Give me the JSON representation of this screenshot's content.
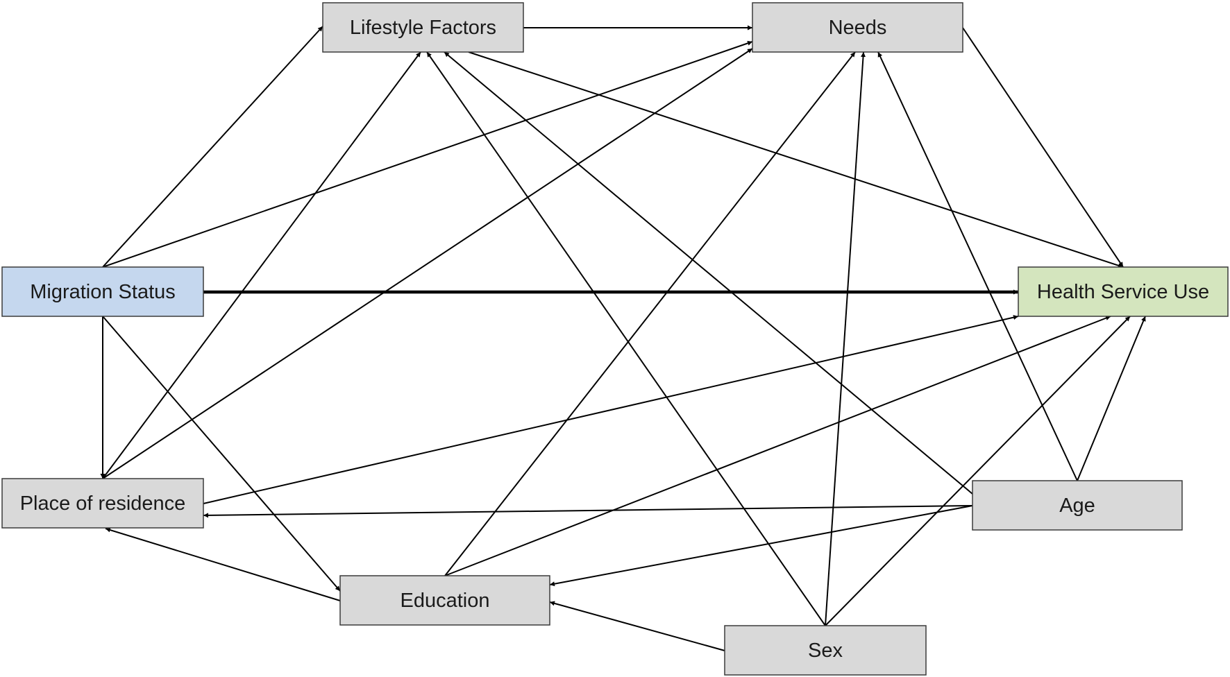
{
  "colors": {
    "default_node": "#d9d9d9",
    "exposure_node": "#c5d7ee",
    "outcome_node": "#d4e5be",
    "edge": "#000000"
  },
  "nodes": [
    {
      "id": "lifestyle",
      "label": "Lifestyle Factors",
      "role": "default"
    },
    {
      "id": "needs",
      "label": "Needs",
      "role": "default"
    },
    {
      "id": "migration",
      "label": "Migration Status",
      "role": "exposure"
    },
    {
      "id": "health",
      "label": "Health Service Use",
      "role": "outcome"
    },
    {
      "id": "residence",
      "label": "Place of residence",
      "role": "default"
    },
    {
      "id": "age",
      "label": "Age",
      "role": "default"
    },
    {
      "id": "education",
      "label": "Education",
      "role": "default"
    },
    {
      "id": "sex",
      "label": "Sex",
      "role": "default"
    }
  ],
  "edges": [
    {
      "from": "migration",
      "to": "health",
      "emphasis": "primary"
    },
    {
      "from": "migration",
      "to": "lifestyle"
    },
    {
      "from": "migration",
      "to": "needs"
    },
    {
      "from": "migration",
      "to": "residence"
    },
    {
      "from": "migration",
      "to": "education"
    },
    {
      "from": "lifestyle",
      "to": "needs"
    },
    {
      "from": "lifestyle",
      "to": "health"
    },
    {
      "from": "needs",
      "to": "health"
    },
    {
      "from": "residence",
      "to": "lifestyle"
    },
    {
      "from": "residence",
      "to": "needs"
    },
    {
      "from": "residence",
      "to": "health"
    },
    {
      "from": "education",
      "to": "residence"
    },
    {
      "from": "education",
      "to": "needs"
    },
    {
      "from": "education",
      "to": "health"
    },
    {
      "from": "sex",
      "to": "lifestyle"
    },
    {
      "from": "sex",
      "to": "needs"
    },
    {
      "from": "sex",
      "to": "health"
    },
    {
      "from": "sex",
      "to": "education"
    },
    {
      "from": "age",
      "to": "lifestyle"
    },
    {
      "from": "age",
      "to": "needs"
    },
    {
      "from": "age",
      "to": "health"
    },
    {
      "from": "age",
      "to": "residence"
    },
    {
      "from": "age",
      "to": "education"
    }
  ]
}
